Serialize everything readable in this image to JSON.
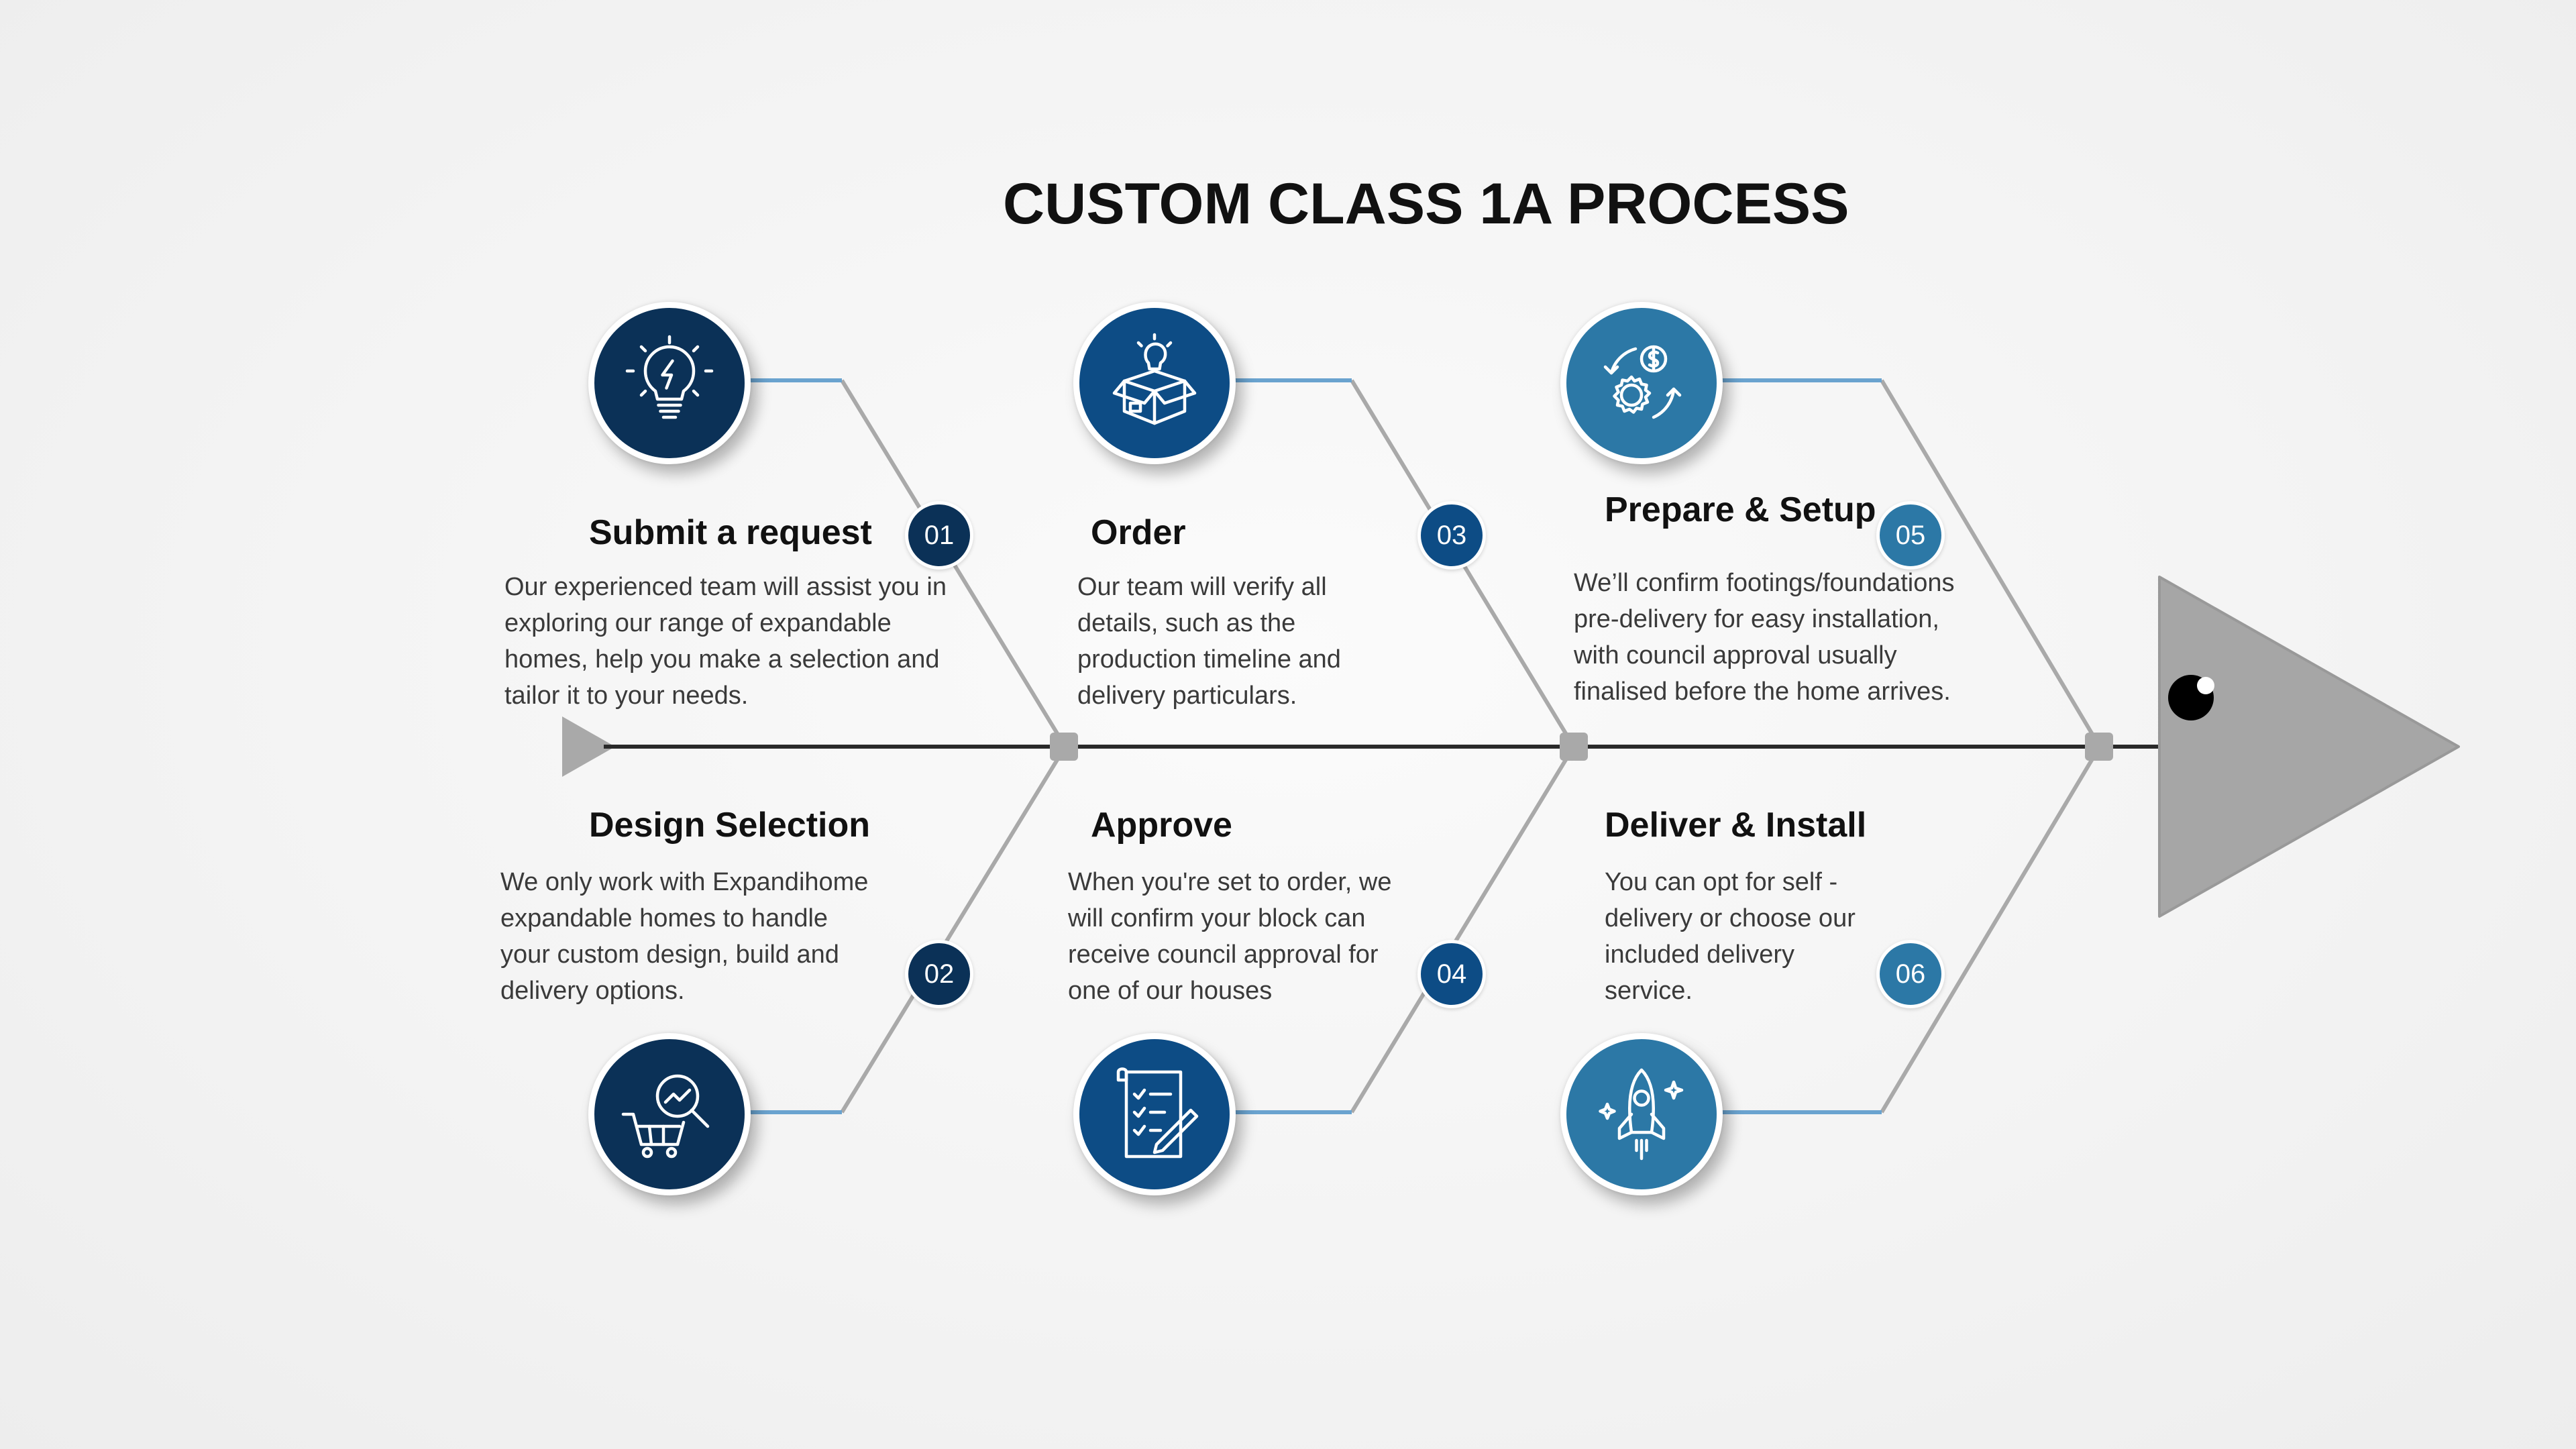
{
  "title": "CUSTOM CLASS 1A PROCESS",
  "colors": {
    "navy": "#0b3157",
    "blue": "#0d4c85",
    "teal": "#2c78a6",
    "connector": "#6aa3cf",
    "bone": "#a9a9a9",
    "spine": "#2a2a2a",
    "fish_head": "#a6a6a6"
  },
  "steps": [
    {
      "number": "01",
      "title": "Submit a request",
      "description": "Our experienced team will assist you in\nexploring our range of expandable\nhomes, help you make a selection and\ntailor it to your needs.",
      "icon": "lightbulb-icon",
      "color": "navy"
    },
    {
      "number": "02",
      "title": "Design Selection",
      "description": "We only work with Expandihome\nexpandable homes to handle\nyour custom design, build and\ndelivery options.",
      "icon": "shopping-cart-search-icon",
      "color": "navy"
    },
    {
      "number": "03",
      "title": "Order",
      "description": "Our team will verify all\ndetails, such as the\nproduction timeline and\ndelivery particulars.",
      "icon": "idea-box-icon",
      "color": "blue"
    },
    {
      "number": "04",
      "title": "Approve",
      "description": "When you're set to order, we\nwill confirm your block can\nreceive council approval for\none of our houses",
      "icon": "checklist-icon",
      "color": "blue"
    },
    {
      "number": "05",
      "title": "Prepare & Setup",
      "description": "We’ll confirm footings/foundations\npre-delivery for easy installation,\nwith council approval usually\nfinalised before the home arrives.",
      "icon": "gear-dollar-cycle-icon",
      "color": "teal"
    },
    {
      "number": "06",
      "title": "Deliver & Install",
      "description": "You can opt for self -\ndelivery or choose our\nincluded delivery\nservice.",
      "icon": "rocket-icon",
      "color": "teal"
    }
  ]
}
